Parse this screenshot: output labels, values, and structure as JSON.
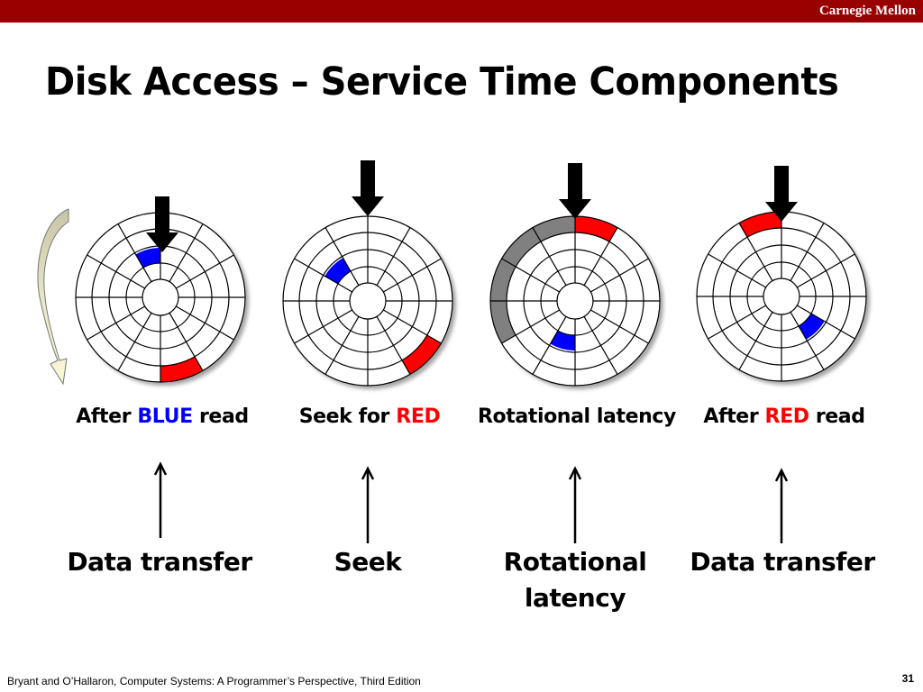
{
  "header": {
    "brand": "Carnegie Mellon"
  },
  "title": "Disk Access – Service Time Components",
  "colors": {
    "header_bar": "#990000",
    "blue": "#0000ff",
    "red": "#ff0000",
    "gray_arc": "#808080"
  },
  "stages": [
    {
      "caption_pre": "After ",
      "caption_highlight": "BLUE",
      "highlight_color": "#0000ff",
      "caption_post": " read",
      "component": [
        "Data transfer"
      ]
    },
    {
      "caption_pre": "Seek for ",
      "caption_highlight": "RED",
      "highlight_color": "#ff0000",
      "caption_post": "",
      "component": [
        "Seek"
      ]
    },
    {
      "caption_pre": "Rotational latency",
      "caption_highlight": "",
      "highlight_color": "",
      "caption_post": "",
      "component": [
        "Rotational",
        "latency"
      ]
    },
    {
      "caption_pre": "After ",
      "caption_highlight": "RED",
      "highlight_color": "#ff0000",
      "caption_post": " read",
      "component": [
        "Data transfer"
      ]
    }
  ],
  "footer": {
    "citation": "Bryant and O’Hallaron, Computer Systems: A Programmer’s Perspective, Third Edition",
    "page": "31"
  }
}
